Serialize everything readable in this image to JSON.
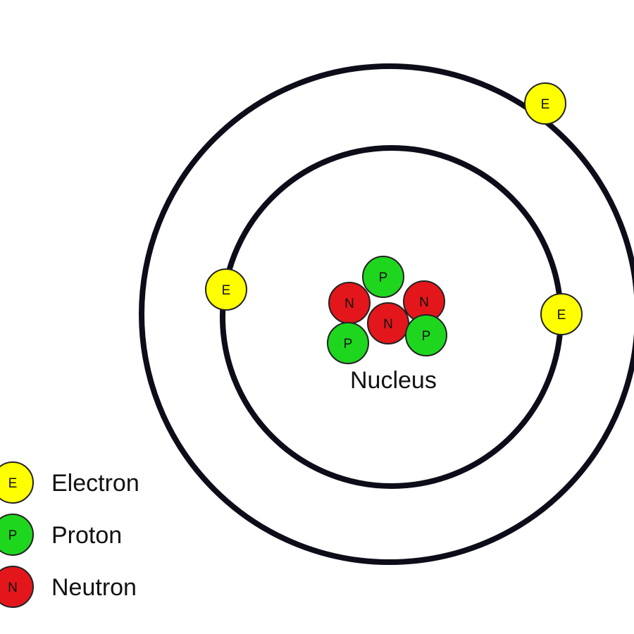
{
  "diagram": {
    "nucleus_label": "Nucleus",
    "particle_letters": {
      "electron": "E",
      "proton": "P",
      "neutron": "N"
    },
    "colors": {
      "electron": "#ffff00",
      "proton": "#1fd61f",
      "neutron": "#e3171b",
      "orbit": "#0d0d1a"
    },
    "shells": [
      {
        "name": "inner-shell",
        "electrons": 2
      },
      {
        "name": "outer-shell",
        "electrons": 1
      }
    ],
    "nucleus": {
      "protons": 3,
      "neutrons": 3
    }
  },
  "legend": {
    "items": [
      {
        "kind": "electron",
        "letter": "E",
        "label": "Electron"
      },
      {
        "kind": "proton",
        "letter": "P",
        "label": "Proton"
      },
      {
        "kind": "neutron",
        "letter": "N",
        "label": "Neutron"
      }
    ]
  }
}
